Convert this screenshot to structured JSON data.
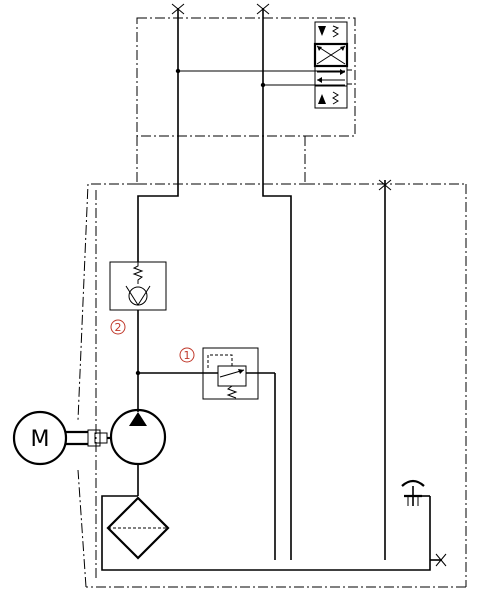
{
  "motor": {
    "label": "M"
  },
  "callouts": [
    {
      "id": "relief-valve",
      "label": "1"
    },
    {
      "id": "check-valve",
      "label": "2"
    }
  ]
}
